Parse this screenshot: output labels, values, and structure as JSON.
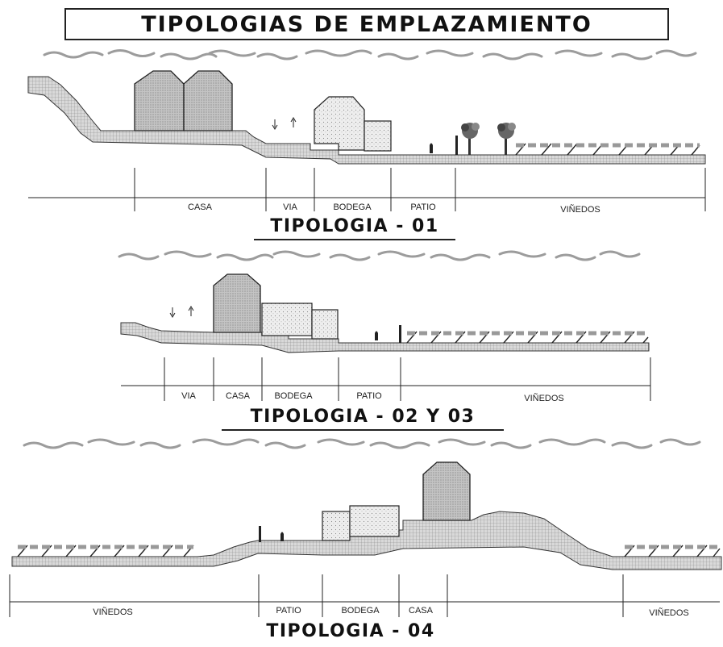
{
  "main_title": "TIPOLOGIAS DE EMPLAZAMIENTO",
  "sections": [
    {
      "title": "TIPOLOGIA - 01",
      "zones": [
        "CASA",
        "VIA",
        "BODEGA",
        "PATIO",
        "VIÑEDOS"
      ]
    },
    {
      "title": "TIPOLOGIA - 02 Y 03",
      "zones": [
        "VIA",
        "CASA",
        "BODEGA",
        "PATIO",
        "VIÑEDOS"
      ]
    },
    {
      "title": "TIPOLOGIA - 04",
      "zones": [
        "VIÑEDOS",
        "PATIO",
        "BODEGA",
        "CASA",
        "VIÑEDOS"
      ]
    }
  ],
  "colors": {
    "ink": "#222222",
    "hatch": "#9a9a9a",
    "house_fill": "#c8c8c8",
    "bodega_fill": "#e6e6e6",
    "cloud": "#9c9c9c"
  }
}
